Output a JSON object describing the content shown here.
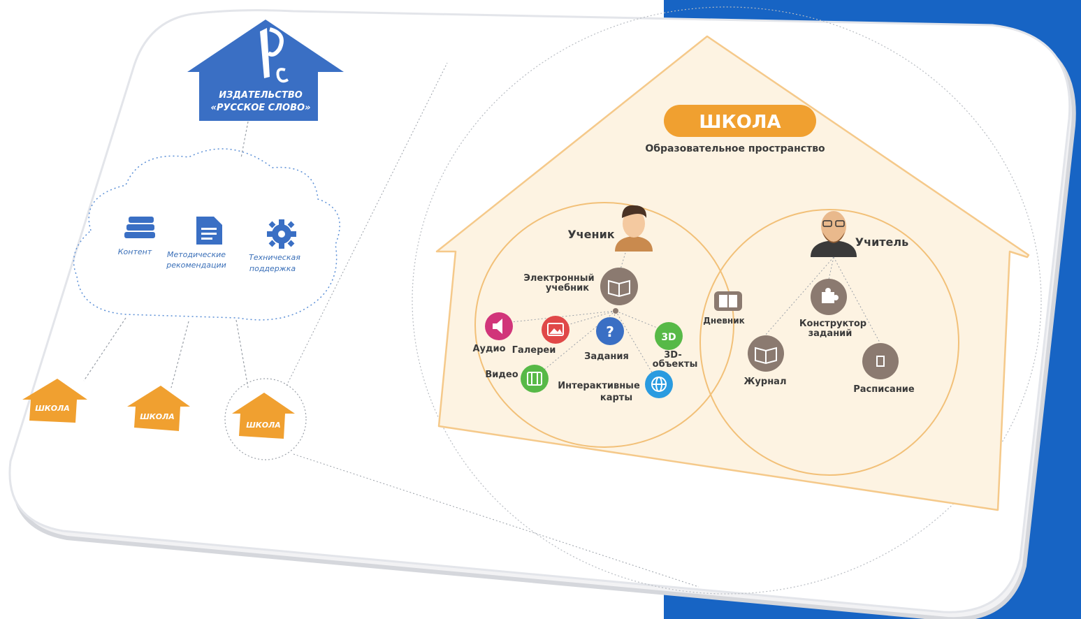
{
  "publisher": {
    "line1": "ИЗДАТЕЛЬСТВО",
    "line2": "«РУССКОЕ СЛОВО»",
    "color": "#3a6fc4"
  },
  "cloud": {
    "items": [
      {
        "icon": "books-icon",
        "label_lines": [
          "Контент"
        ]
      },
      {
        "icon": "document-icon",
        "label_lines": [
          "Методические",
          "рекомендации"
        ]
      },
      {
        "icon": "gear-icon",
        "label_lines": [
          "Техническая",
          "поддержка"
        ]
      }
    ]
  },
  "small_schools": [
    {
      "label": "ШКОЛА"
    },
    {
      "label": "ШКОЛА"
    },
    {
      "label": "ШКОЛА"
    }
  ],
  "school": {
    "badge": "ШКОЛА",
    "subtitle": "Образовательное пространство",
    "accent": "#f0a030",
    "house_fill": "#fdf3e2"
  },
  "student": {
    "label": "Ученик",
    "ebook_lines": [
      "Электронный",
      "учебник"
    ],
    "items": [
      {
        "icon": "audio-icon",
        "label_lines": [
          "Аудио"
        ],
        "color": "#d1357a"
      },
      {
        "icon": "gallery-icon",
        "label_lines": [
          "Галереи"
        ],
        "color": "#e04848"
      },
      {
        "icon": "question-icon",
        "label_lines": [
          "Задания"
        ],
        "color": "#3a6fc4"
      },
      {
        "icon": "3d-icon",
        "label_lines": [
          "3D-",
          "объекты"
        ],
        "color": "#57b947",
        "glyph": "3D"
      },
      {
        "icon": "video-icon",
        "label_lines": [
          "Видео"
        ],
        "color": "#57b947"
      },
      {
        "icon": "globe-icon",
        "label_lines": [
          "Интерактивные",
          "карты"
        ],
        "color": "#2a9be0"
      }
    ]
  },
  "shared": {
    "label": "Дневник"
  },
  "teacher": {
    "label": "Учитель",
    "items": [
      {
        "icon": "puzzle-icon",
        "label_lines": [
          "Конструктор",
          "заданий"
        ]
      },
      {
        "icon": "journal-icon",
        "label_lines": [
          "Журнал"
        ]
      },
      {
        "icon": "schedule-icon",
        "label_lines": [
          "Расписание"
        ]
      }
    ],
    "node_color": "#8b7a70"
  },
  "frame": {
    "outer_color": "#1a5fc0"
  }
}
